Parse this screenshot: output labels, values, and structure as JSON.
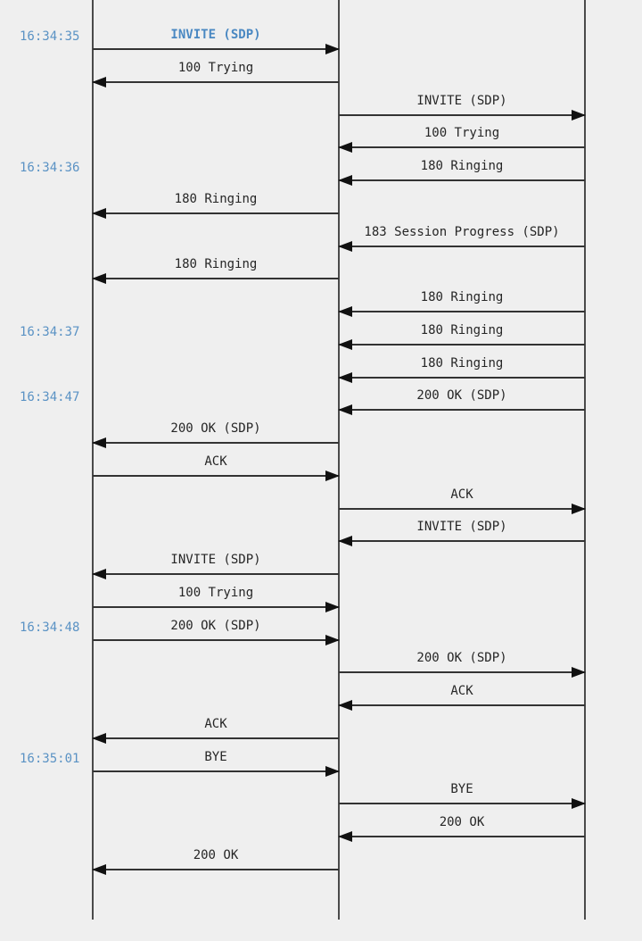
{
  "timestamps": [
    {
      "row": 0,
      "text": "16:34:35"
    },
    {
      "row": 4,
      "text": "16:34:36"
    },
    {
      "row": 9,
      "text": "16:34:37"
    },
    {
      "row": 11,
      "text": "16:34:47"
    },
    {
      "row": 18,
      "text": "16:34:48"
    },
    {
      "row": 22,
      "text": "16:35:01"
    }
  ],
  "messages": [
    {
      "label": "INVITE (SDP)",
      "from": 0,
      "to": 1,
      "highlight": true
    },
    {
      "label": "100 Trying",
      "from": 1,
      "to": 0
    },
    {
      "label": "INVITE (SDP)",
      "from": 1,
      "to": 2
    },
    {
      "label": "100 Trying",
      "from": 2,
      "to": 1
    },
    {
      "label": "180 Ringing",
      "from": 2,
      "to": 1
    },
    {
      "label": "180 Ringing",
      "from": 1,
      "to": 0
    },
    {
      "label": "183 Session Progress (SDP)",
      "from": 2,
      "to": 1
    },
    {
      "label": "180 Ringing",
      "from": 1,
      "to": 0
    },
    {
      "label": "180 Ringing",
      "from": 2,
      "to": 1
    },
    {
      "label": "180 Ringing",
      "from": 2,
      "to": 1
    },
    {
      "label": "180 Ringing",
      "from": 2,
      "to": 1
    },
    {
      "label": "200 OK (SDP)",
      "from": 2,
      "to": 1
    },
    {
      "label": "200 OK (SDP)",
      "from": 1,
      "to": 0
    },
    {
      "label": "ACK",
      "from": 0,
      "to": 1
    },
    {
      "label": "ACK",
      "from": 1,
      "to": 2
    },
    {
      "label": "INVITE (SDP)",
      "from": 2,
      "to": 1
    },
    {
      "label": "INVITE (SDP)",
      "from": 1,
      "to": 0
    },
    {
      "label": "100 Trying",
      "from": 0,
      "to": 1
    },
    {
      "label": "200 OK (SDP)",
      "from": 0,
      "to": 1
    },
    {
      "label": "200 OK (SDP)",
      "from": 1,
      "to": 2
    },
    {
      "label": "ACK",
      "from": 2,
      "to": 1
    },
    {
      "label": "ACK",
      "from": 1,
      "to": 0
    },
    {
      "label": "BYE",
      "from": 0,
      "to": 1
    },
    {
      "label": "BYE",
      "from": 1,
      "to": 2
    },
    {
      "label": "200 OK",
      "from": 2,
      "to": 1
    },
    {
      "label": "200 OK",
      "from": 1,
      "to": 0
    }
  ],
  "colors": {
    "background": "#efefef",
    "lifeline": "#4a4a4a",
    "arrow": "#111111",
    "label": "#262626",
    "timestamp": "#5a92c4",
    "highlight": "#4a88c2"
  }
}
